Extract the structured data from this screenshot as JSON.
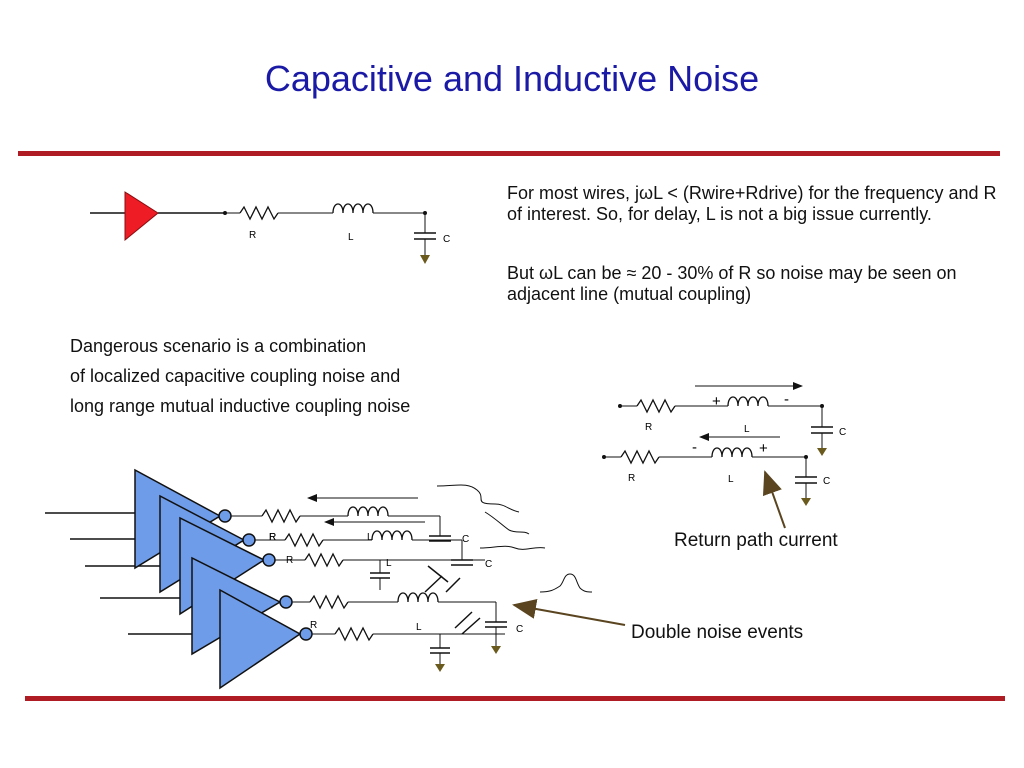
{
  "slide": {
    "title": "Capacitive and Inductive Noise",
    "paragraph1": "For most wires, jωL < (Rwire+Rdrive) for the frequency and R of interest. So, for delay, L is not a big issue currently.",
    "paragraph2": "But ωL can be ≈ 20 - 30% of R so noise may be seen on adjacent line (mutual coupling)",
    "dangerous_lines": [
      "Dangerous scenario is a combination",
      "of localized capacitive coupling noise and",
      "long range mutual inductive coupling noise"
    ],
    "callout_return": "Return path current",
    "callout_double": "Double noise events"
  },
  "labels": {
    "r": "R",
    "l": "L",
    "c": "C",
    "plus": "+",
    "minus": "-"
  },
  "colors": {
    "title": "#1a1aa6",
    "rule": "#b01c24",
    "driver_red": "#ee1c25",
    "buffer_blue": "#6f9ce8",
    "arrow_brown": "#5a4520",
    "ground": "#6b5a1e"
  }
}
